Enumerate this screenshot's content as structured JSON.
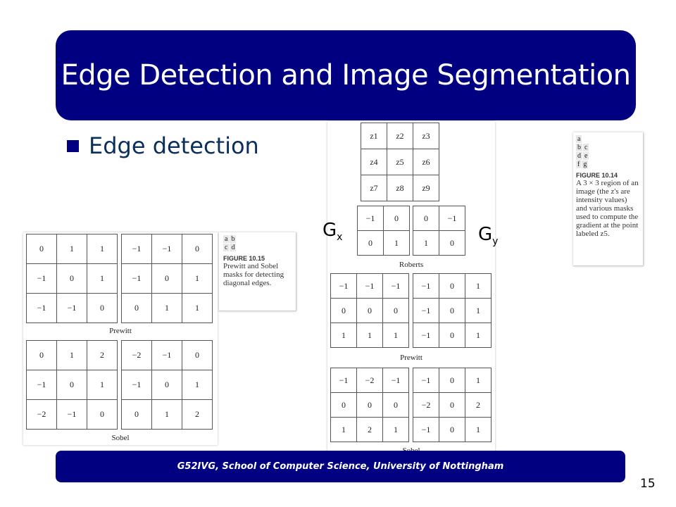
{
  "title": "Edge Detection and Image Segmentation",
  "bullet": "Edge detection",
  "gx_base": "G",
  "gx_sub": "x",
  "gy_base": "G",
  "gy_sub": "y",
  "fig1014": {
    "caption_grid": [
      [
        "a"
      ],
      [
        "b",
        "c"
      ],
      [
        "d",
        "e"
      ],
      [
        "f",
        "g"
      ]
    ],
    "caption_title": "FIGURE 10.14",
    "caption_body": "A 3 × 3 region of an image (the z's are intensity values) and various masks used to compute the gradient at the point labeled z5.",
    "region": [
      [
        "z1",
        "z2",
        "z3"
      ],
      [
        "z4",
        "z5",
        "z6"
      ],
      [
        "z7",
        "z8",
        "z9"
      ]
    ],
    "roberts": [
      [
        [
          "−1",
          "0"
        ],
        [
          "0",
          "1"
        ]
      ],
      [
        [
          "0",
          "−1"
        ],
        [
          "1",
          "0"
        ]
      ]
    ],
    "roberts_label": "Roberts",
    "prewitt": [
      [
        [
          "−1",
          "−1",
          "−1"
        ],
        [
          "0",
          "0",
          "0"
        ],
        [
          "1",
          "1",
          "1"
        ]
      ],
      [
        [
          "−1",
          "0",
          "1"
        ],
        [
          "−1",
          "0",
          "1"
        ],
        [
          "−1",
          "0",
          "1"
        ]
      ]
    ],
    "prewitt_label": "Prewitt",
    "sobel": [
      [
        [
          "−1",
          "−2",
          "−1"
        ],
        [
          "0",
          "0",
          "0"
        ],
        [
          "1",
          "2",
          "1"
        ]
      ],
      [
        [
          "−1",
          "0",
          "1"
        ],
        [
          "−2",
          "0",
          "2"
        ],
        [
          "−1",
          "0",
          "1"
        ]
      ]
    ],
    "sobel_label": "Sobel"
  },
  "fig1015": {
    "caption_grid": [
      [
        "a",
        "b"
      ],
      [
        "c",
        "d"
      ]
    ],
    "caption_title": "FIGURE 10.15",
    "caption_body": "Prewitt and Sobel masks for detecting diagonal edges.",
    "prewitt": [
      [
        [
          "0",
          "1",
          "1"
        ],
        [
          "−1",
          "0",
          "1"
        ],
        [
          "−1",
          "−1",
          "0"
        ]
      ],
      [
        [
          "−1",
          "−1",
          "0"
        ],
        [
          "−1",
          "0",
          "1"
        ],
        [
          "0",
          "1",
          "1"
        ]
      ]
    ],
    "prewitt_label": "Prewitt",
    "sobel": [
      [
        [
          "0",
          "1",
          "2"
        ],
        [
          "−1",
          "0",
          "1"
        ],
        [
          "−2",
          "−1",
          "0"
        ]
      ],
      [
        [
          "−2",
          "−1",
          "0"
        ],
        [
          "−1",
          "0",
          "1"
        ],
        [
          "0",
          "1",
          "2"
        ]
      ]
    ],
    "sobel_label": "Sobel"
  },
  "footer": "G52IVG, School of Computer Science, University of Nottingham",
  "page_number": "15",
  "colors": {
    "navy": "#000080",
    "bullet_text": "#0b2f5c"
  }
}
